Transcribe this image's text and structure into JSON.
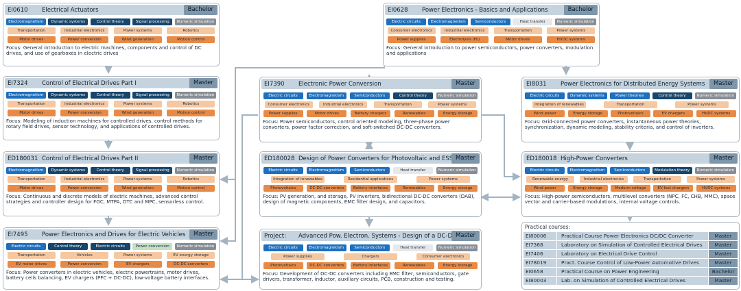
{
  "colors": {
    "primary": "#1d6fbf",
    "navy": "#17456b",
    "gray": "#878d94",
    "light": "#e6e8ea",
    "green": "#c4dfc6",
    "peach": "#f6c8a1",
    "orange": "#e88a45",
    "header": "#c5d3de",
    "level": "#7d96aa"
  },
  "courses": [
    {
      "id": "ei0610",
      "code": "EI0610",
      "title": "Electrical Actuators",
      "level": "Bachelor",
      "rows": [
        [
          {
            "t": "Electromagnetism",
            "c": "primary"
          },
          {
            "t": "Dynamic systems",
            "c": "navy"
          },
          {
            "t": "Control theory",
            "c": "navy"
          },
          {
            "t": "Signal processing",
            "c": "navy"
          },
          {
            "t": "Numeric simulation",
            "c": "gray"
          }
        ],
        [
          {
            "t": "Transportation",
            "c": "peach"
          },
          {
            "t": "Industrial electronics",
            "c": "peach"
          },
          {
            "t": "Power systems",
            "c": "peach"
          },
          {
            "t": "Robotics",
            "c": "peach"
          }
        ],
        [
          {
            "t": "Motor drives",
            "c": "orange"
          },
          {
            "t": "Power conversion",
            "c": "orange"
          },
          {
            "t": "Wind generation",
            "c": "orange"
          },
          {
            "t": "Motion control",
            "c": "orange"
          }
        ]
      ],
      "focus": "Focus: General introduction to electric machines, components and control of DC drives, and use of gearboxes in electric drives"
    },
    {
      "id": "ei0628",
      "code": "EI0628",
      "title": "Power Electronics - Basics and Applications",
      "level": "Bachelor",
      "rows": [
        [
          {
            "t": "Electric circuits",
            "c": "primary"
          },
          {
            "t": "Electromagnetism",
            "c": "primary"
          },
          {
            "t": "Semiconductors",
            "c": "primary"
          },
          {
            "t": "Heat transfer",
            "c": "light"
          },
          {
            "t": "Numeric simulation",
            "c": "gray"
          }
        ],
        [
          {
            "t": "Consumer electronics",
            "c": "peach"
          },
          {
            "t": "Industrial electronics",
            "c": "peach"
          },
          {
            "t": "Transportation",
            "c": "peach"
          },
          {
            "t": "Power systems",
            "c": "peach"
          }
        ],
        [
          {
            "t": "Power supplies",
            "c": "orange"
          },
          {
            "t": "Electrolysis (H₂)",
            "c": "orange"
          },
          {
            "t": "Motor drives",
            "c": "orange"
          },
          {
            "t": "HVDC systems",
            "c": "orange"
          }
        ]
      ],
      "focus": "Focus: General introduction to power semiconductors, power converters, modulation and applications"
    },
    {
      "id": "ei7324",
      "code": "EI7324",
      "title": "Control of Electrical Drives Part I",
      "level": "Master",
      "rows": [
        [
          {
            "t": "Electromagnetism",
            "c": "primary"
          },
          {
            "t": "Dynamic systems",
            "c": "navy"
          },
          {
            "t": "Control theory",
            "c": "navy"
          },
          {
            "t": "Signal processing",
            "c": "navy"
          },
          {
            "t": "Numeric simulation",
            "c": "gray"
          }
        ],
        [
          {
            "t": "Transportation",
            "c": "peach"
          },
          {
            "t": "Industrial electronics",
            "c": "peach"
          },
          {
            "t": "Power systems",
            "c": "peach"
          },
          {
            "t": "Robotics",
            "c": "peach"
          }
        ],
        [
          {
            "t": "Motor drives",
            "c": "orange"
          },
          {
            "t": "Power conversion",
            "c": "orange"
          },
          {
            "t": "Wind generation",
            "c": "orange"
          },
          {
            "t": "Motion control",
            "c": "orange"
          }
        ]
      ],
      "focus": "Focus: Modeling of induction machines for controlled drives, control methods for rotary field drives, sensor technology, and applications of controlled drives."
    },
    {
      "id": "ei7390",
      "code": "EI7390",
      "title": "Electronic Power Conversion",
      "level": "Master",
      "rows": [
        [
          {
            "t": "Electric circuits",
            "c": "primary"
          },
          {
            "t": "Electromagnetism",
            "c": "primary"
          },
          {
            "t": "Semiconductors",
            "c": "primary"
          },
          {
            "t": "Control theory",
            "c": "navy"
          },
          {
            "t": "Numeric simulation",
            "c": "gray"
          }
        ],
        [
          {
            "t": "Consumer electronics",
            "c": "peach"
          },
          {
            "t": "Industrial electronics",
            "c": "peach"
          },
          {
            "t": "Transportation",
            "c": "peach"
          },
          {
            "t": "Power systems",
            "c": "peach"
          }
        ],
        [
          {
            "t": "Power supplies",
            "c": "orange"
          },
          {
            "t": "Motor drives",
            "c": "orange"
          },
          {
            "t": "Battery chargers",
            "c": "orange"
          },
          {
            "t": "Renewables",
            "c": "orange"
          },
          {
            "t": "Energy storage",
            "c": "orange"
          }
        ]
      ],
      "focus": "Focus: Power semiconductors, control oriented  modeling, three-phase power converters, power factor correction, and soft-switched DC-DC converters."
    },
    {
      "id": "ei8031",
      "code": "EI8031",
      "title": "Power Electronics for Distributed Energy Systems",
      "level": "Master",
      "rows": [
        [
          {
            "t": "Electric circuits",
            "c": "primary"
          },
          {
            "t": "Dynamic systems",
            "c": "primary"
          },
          {
            "t": "Power theories",
            "c": "primary"
          },
          {
            "t": "Control theory",
            "c": "navy"
          },
          {
            "t": "Numeric simulation",
            "c": "gray"
          }
        ],
        [
          {
            "t": "Integration of renewables",
            "c": "peach"
          },
          {
            "t": "Transportation",
            "c": "peach"
          },
          {
            "t": "Power systems",
            "c": "peach"
          }
        ],
        [
          {
            "t": "Wind power",
            "c": "orange"
          },
          {
            "t": "Energy storage",
            "c": "orange"
          },
          {
            "t": "Photovoltaics",
            "c": "orange"
          },
          {
            "t": "EV chargers",
            "c": "orange"
          },
          {
            "t": "HVDC systems",
            "c": "orange"
          }
        ]
      ],
      "focus": "Focus: Grid-connected power converters, instantaneous power theories, synchronization, dynamic modeling, stability criteria, and control of inverters."
    },
    {
      "id": "ed180031",
      "code": "ED180031",
      "title": "Control of Electrical Drives Part II",
      "level": "Master",
      "rows": [
        [
          {
            "t": "Electromagnetism",
            "c": "primary"
          },
          {
            "t": "Dynamic systems",
            "c": "navy"
          },
          {
            "t": "Control theory",
            "c": "navy"
          },
          {
            "t": "Signal processing",
            "c": "navy"
          },
          {
            "t": "Numeric simulation",
            "c": "gray"
          }
        ],
        [
          {
            "t": "Transportation",
            "c": "peach"
          },
          {
            "t": "Industrial electronics",
            "c": "peach"
          },
          {
            "t": "Power systems",
            "c": "peach"
          },
          {
            "t": "Robotics",
            "c": "peach"
          }
        ],
        [
          {
            "t": "Motor drives",
            "c": "orange"
          },
          {
            "t": "Power conversion",
            "c": "orange"
          },
          {
            "t": "Wind generation",
            "c": "orange"
          },
          {
            "t": "Motion control",
            "c": "orange"
          }
        ]
      ],
      "focus": "Focus: Continuous and discrete models of electric machines, advanced control strategies and controller design for FOC, MTPA, DTC and MPC, sensorless control."
    },
    {
      "id": "ed180028",
      "code": "ED180028",
      "title": "Design of Power Converters for Photovoltaic and ESSs",
      "level": "Master",
      "rows": [
        [
          {
            "t": "Electric circuits",
            "c": "primary"
          },
          {
            "t": "Electromagnetism",
            "c": "primary"
          },
          {
            "t": "Semiconductors",
            "c": "primary"
          },
          {
            "t": "Heat transfer",
            "c": "light"
          },
          {
            "t": "Numeric simulation",
            "c": "gray"
          }
        ],
        [
          {
            "t": "Integration of renewables",
            "c": "peach"
          },
          {
            "t": "Residential applications",
            "c": "peach"
          },
          {
            "t": "Power systems",
            "c": "peach"
          }
        ],
        [
          {
            "t": "Photovoltaics",
            "c": "orange"
          },
          {
            "t": "DC-DC converters",
            "c": "orange"
          },
          {
            "t": "Battery interfaces",
            "c": "orange"
          },
          {
            "t": "Renewables",
            "c": "orange"
          },
          {
            "t": "Energy storage",
            "c": "orange"
          }
        ]
      ],
      "focus": "Focus: PV generation, and storage, PV inverters, bidirectional DC-DC converters (DAB), design of magnetic components, EMC filter design, and capacitors."
    },
    {
      "id": "ed180018",
      "code": "ED180018",
      "title": "High-Power Converters",
      "level": "Master",
      "rows": [
        [
          {
            "t": "Electric circuits",
            "c": "primary"
          },
          {
            "t": "Electromagnetism",
            "c": "primary"
          },
          {
            "t": "Semiconductors",
            "c": "primary"
          },
          {
            "t": "Modulation theory",
            "c": "navy"
          },
          {
            "t": "Numeric simulation",
            "c": "gray"
          }
        ],
        [
          {
            "t": "Renewable energy",
            "c": "peach"
          },
          {
            "t": "Industrial electronics",
            "c": "peach"
          },
          {
            "t": "Transportation",
            "c": "peach"
          },
          {
            "t": "Power systems",
            "c": "peach"
          }
        ],
        [
          {
            "t": "Wind power",
            "c": "orange"
          },
          {
            "t": "Energy storage",
            "c": "orange"
          },
          {
            "t": "Medium voltage",
            "c": "orange"
          },
          {
            "t": "EV fast chargers",
            "c": "orange"
          },
          {
            "t": "HVDC systems",
            "c": "orange"
          }
        ]
      ],
      "focus": "Focus: High-power semiconductors, multilevel converters (NPC, FC, CHB, MMC), space vector and carrier-based modulations, internal voltage controls."
    },
    {
      "id": "ei7495",
      "code": "EI7495",
      "title": "Power Electronics and Drives for Electric Vehicles",
      "level": "Master",
      "rows": [
        [
          {
            "t": "Electric circuits",
            "c": "primary"
          },
          {
            "t": "Control theory",
            "c": "navy"
          },
          {
            "t": "Electric circuits",
            "c": "navy"
          },
          {
            "t": "Power conversion",
            "c": "green"
          },
          {
            "t": "Numeric simulation",
            "c": "gray"
          }
        ],
        [
          {
            "t": "Transportation",
            "c": "peach"
          },
          {
            "t": "Vehicles",
            "c": "peach"
          },
          {
            "t": "Power systems",
            "c": "peach"
          },
          {
            "t": "EV energy storage",
            "c": "peach"
          }
        ],
        [
          {
            "t": "EV motor drives",
            "c": "orange"
          },
          {
            "t": "Power conversion",
            "c": "orange"
          },
          {
            "t": "EV chargers",
            "c": "orange"
          },
          {
            "t": "DC-DC converters",
            "c": "orange"
          }
        ]
      ],
      "focus": "Focus: Power converters in electric vehicles, electric powertrains, motor drives, battery cells balancing, EV chargers (PFC + DC-DC), low-voltage battery interfaces."
    },
    {
      "id": "project",
      "code": "Project:",
      "title": "Advanced Pow. Electron. Systems - Design of a DC-DC",
      "level": "Master",
      "rows": [
        [
          {
            "t": "Electric circuits",
            "c": "primary"
          },
          {
            "t": "Electromagnetism",
            "c": "primary"
          },
          {
            "t": "Semiconductors",
            "c": "primary"
          },
          {
            "t": "Heat transfer",
            "c": "light"
          },
          {
            "t": "Numeric simulation",
            "c": "gray"
          }
        ],
        [
          {
            "t": "Power supplies",
            "c": "peach"
          },
          {
            "t": "Chargers",
            "c": "peach"
          },
          {
            "t": "Consumer electronics",
            "c": "peach"
          }
        ],
        [
          {
            "t": "Photovoltaics",
            "c": "orange"
          },
          {
            "t": "DC-DC converters",
            "c": "orange"
          },
          {
            "t": "Battery interfaces",
            "c": "orange"
          },
          {
            "t": "Renewables",
            "c": "orange"
          },
          {
            "t": "Energy storage",
            "c": "orange"
          }
        ]
      ],
      "focus": "Focus: Development of DC-DC converters including EMC filter, semiconductors, gate drivers, transformer, inductor, auxiliary circuits, PCB, construction and testing."
    }
  ],
  "practical": {
    "title": "Practical courses:",
    "items": [
      {
        "code": "EI80006",
        "title": "Practical Course Power Electronics DC/DC Converter",
        "level": "Master"
      },
      {
        "code": "EI7368",
        "title": "Laboratory on Simulation of Controlled Electrical Drives",
        "level": "Master"
      },
      {
        "code": "EI7406",
        "title": "Laboratory on Electrical Drive Control",
        "level": "Master"
      },
      {
        "code": "EI78019",
        "title": "Pract. Course Control of Low-Power Automotive Drives",
        "level": "Master"
      },
      {
        "code": "EI0658",
        "title": "Practical Course on Power Engineering",
        "level": "Bachelor"
      },
      {
        "code": "EI80003",
        "title": "Lab. on Simulation of Controlled Electrical Drives",
        "level": "Master"
      }
    ]
  }
}
